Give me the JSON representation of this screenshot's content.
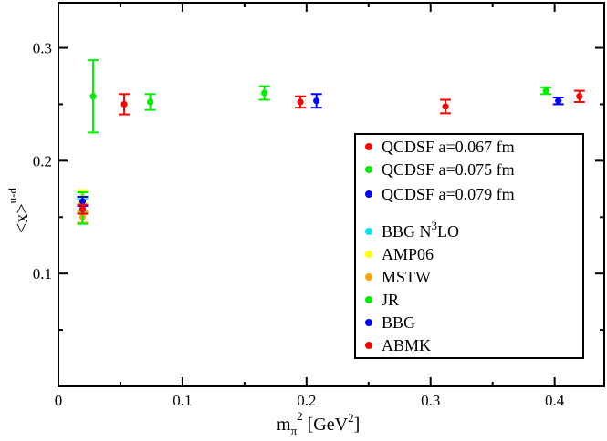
{
  "chart_data": {
    "type": "scatter",
    "title": "",
    "xlabel": {
      "base": "m",
      "sub": "π",
      "sup": "2",
      "unit_open": " [GeV",
      "unit_sup": "2",
      "unit_close": "]"
    },
    "ylabel": {
      "main": "<x>",
      "sup": "u-d"
    },
    "xlim": [
      0,
      0.44
    ],
    "ylim": [
      0,
      0.34
    ],
    "xticks": [
      0,
      0.1,
      0.2,
      0.3,
      0.4
    ],
    "xtick_labels": [
      "0",
      "0.1",
      "0.2",
      "0.3",
      "0.4"
    ],
    "yticks": [
      0.1,
      0.2,
      0.3
    ],
    "ytick_labels": [
      "0.1",
      "0.2",
      "0.3"
    ],
    "grid": false,
    "legend_position": "right-center",
    "series": [
      {
        "name": "QCDSF a=0.067 fm",
        "color": "#ff0000",
        "points": [
          {
            "x": 0.053,
            "y": 0.25,
            "err": 0.009
          },
          {
            "x": 0.195,
            "y": 0.252,
            "err": 0.005
          },
          {
            "x": 0.312,
            "y": 0.248,
            "err": 0.006
          },
          {
            "x": 0.42,
            "y": 0.257,
            "err": 0.005
          }
        ]
      },
      {
        "name": "QCDSF a=0.075 fm",
        "color": "#00ee00",
        "points": [
          {
            "x": 0.028,
            "y": 0.257,
            "err": 0.032
          },
          {
            "x": 0.074,
            "y": 0.252,
            "err": 0.007
          },
          {
            "x": 0.166,
            "y": 0.26,
            "err": 0.006
          },
          {
            "x": 0.393,
            "y": 0.262,
            "err": 0.003
          }
        ]
      },
      {
        "name": "QCDSF a=0.079 fm",
        "color": "#0000ff",
        "points": [
          {
            "x": 0.208,
            "y": 0.253,
            "err": 0.006
          },
          {
            "x": 0.403,
            "y": 0.253,
            "err": 0.003
          }
        ]
      },
      {
        "name": "BBG N3LO",
        "name_parts": [
          "BBG N",
          "3",
          "LO"
        ],
        "color": "#00e5ee",
        "points": [
          {
            "x": 0.0195,
            "y": 0.16,
            "err": 0.006
          }
        ]
      },
      {
        "name": "AMP06",
        "color": "#ffff00",
        "points": [
          {
            "x": 0.0195,
            "y": 0.168,
            "err": 0.006
          }
        ]
      },
      {
        "name": "MSTW",
        "color": "#ffa500",
        "points": [
          {
            "x": 0.0195,
            "y": 0.15,
            "err": 0.005
          }
        ]
      },
      {
        "name": "JR",
        "color": "#00ee00",
        "points": [
          {
            "x": 0.0195,
            "y": 0.158,
            "err": 0.014
          }
        ]
      },
      {
        "name": "BBG",
        "color": "#0000ff",
        "points": [
          {
            "x": 0.0195,
            "y": 0.164,
            "err": 0.004
          }
        ]
      },
      {
        "name": "ABMK",
        "color": "#ff0000",
        "points": [
          {
            "x": 0.0195,
            "y": 0.157,
            "err": 0.004
          }
        ]
      }
    ]
  }
}
